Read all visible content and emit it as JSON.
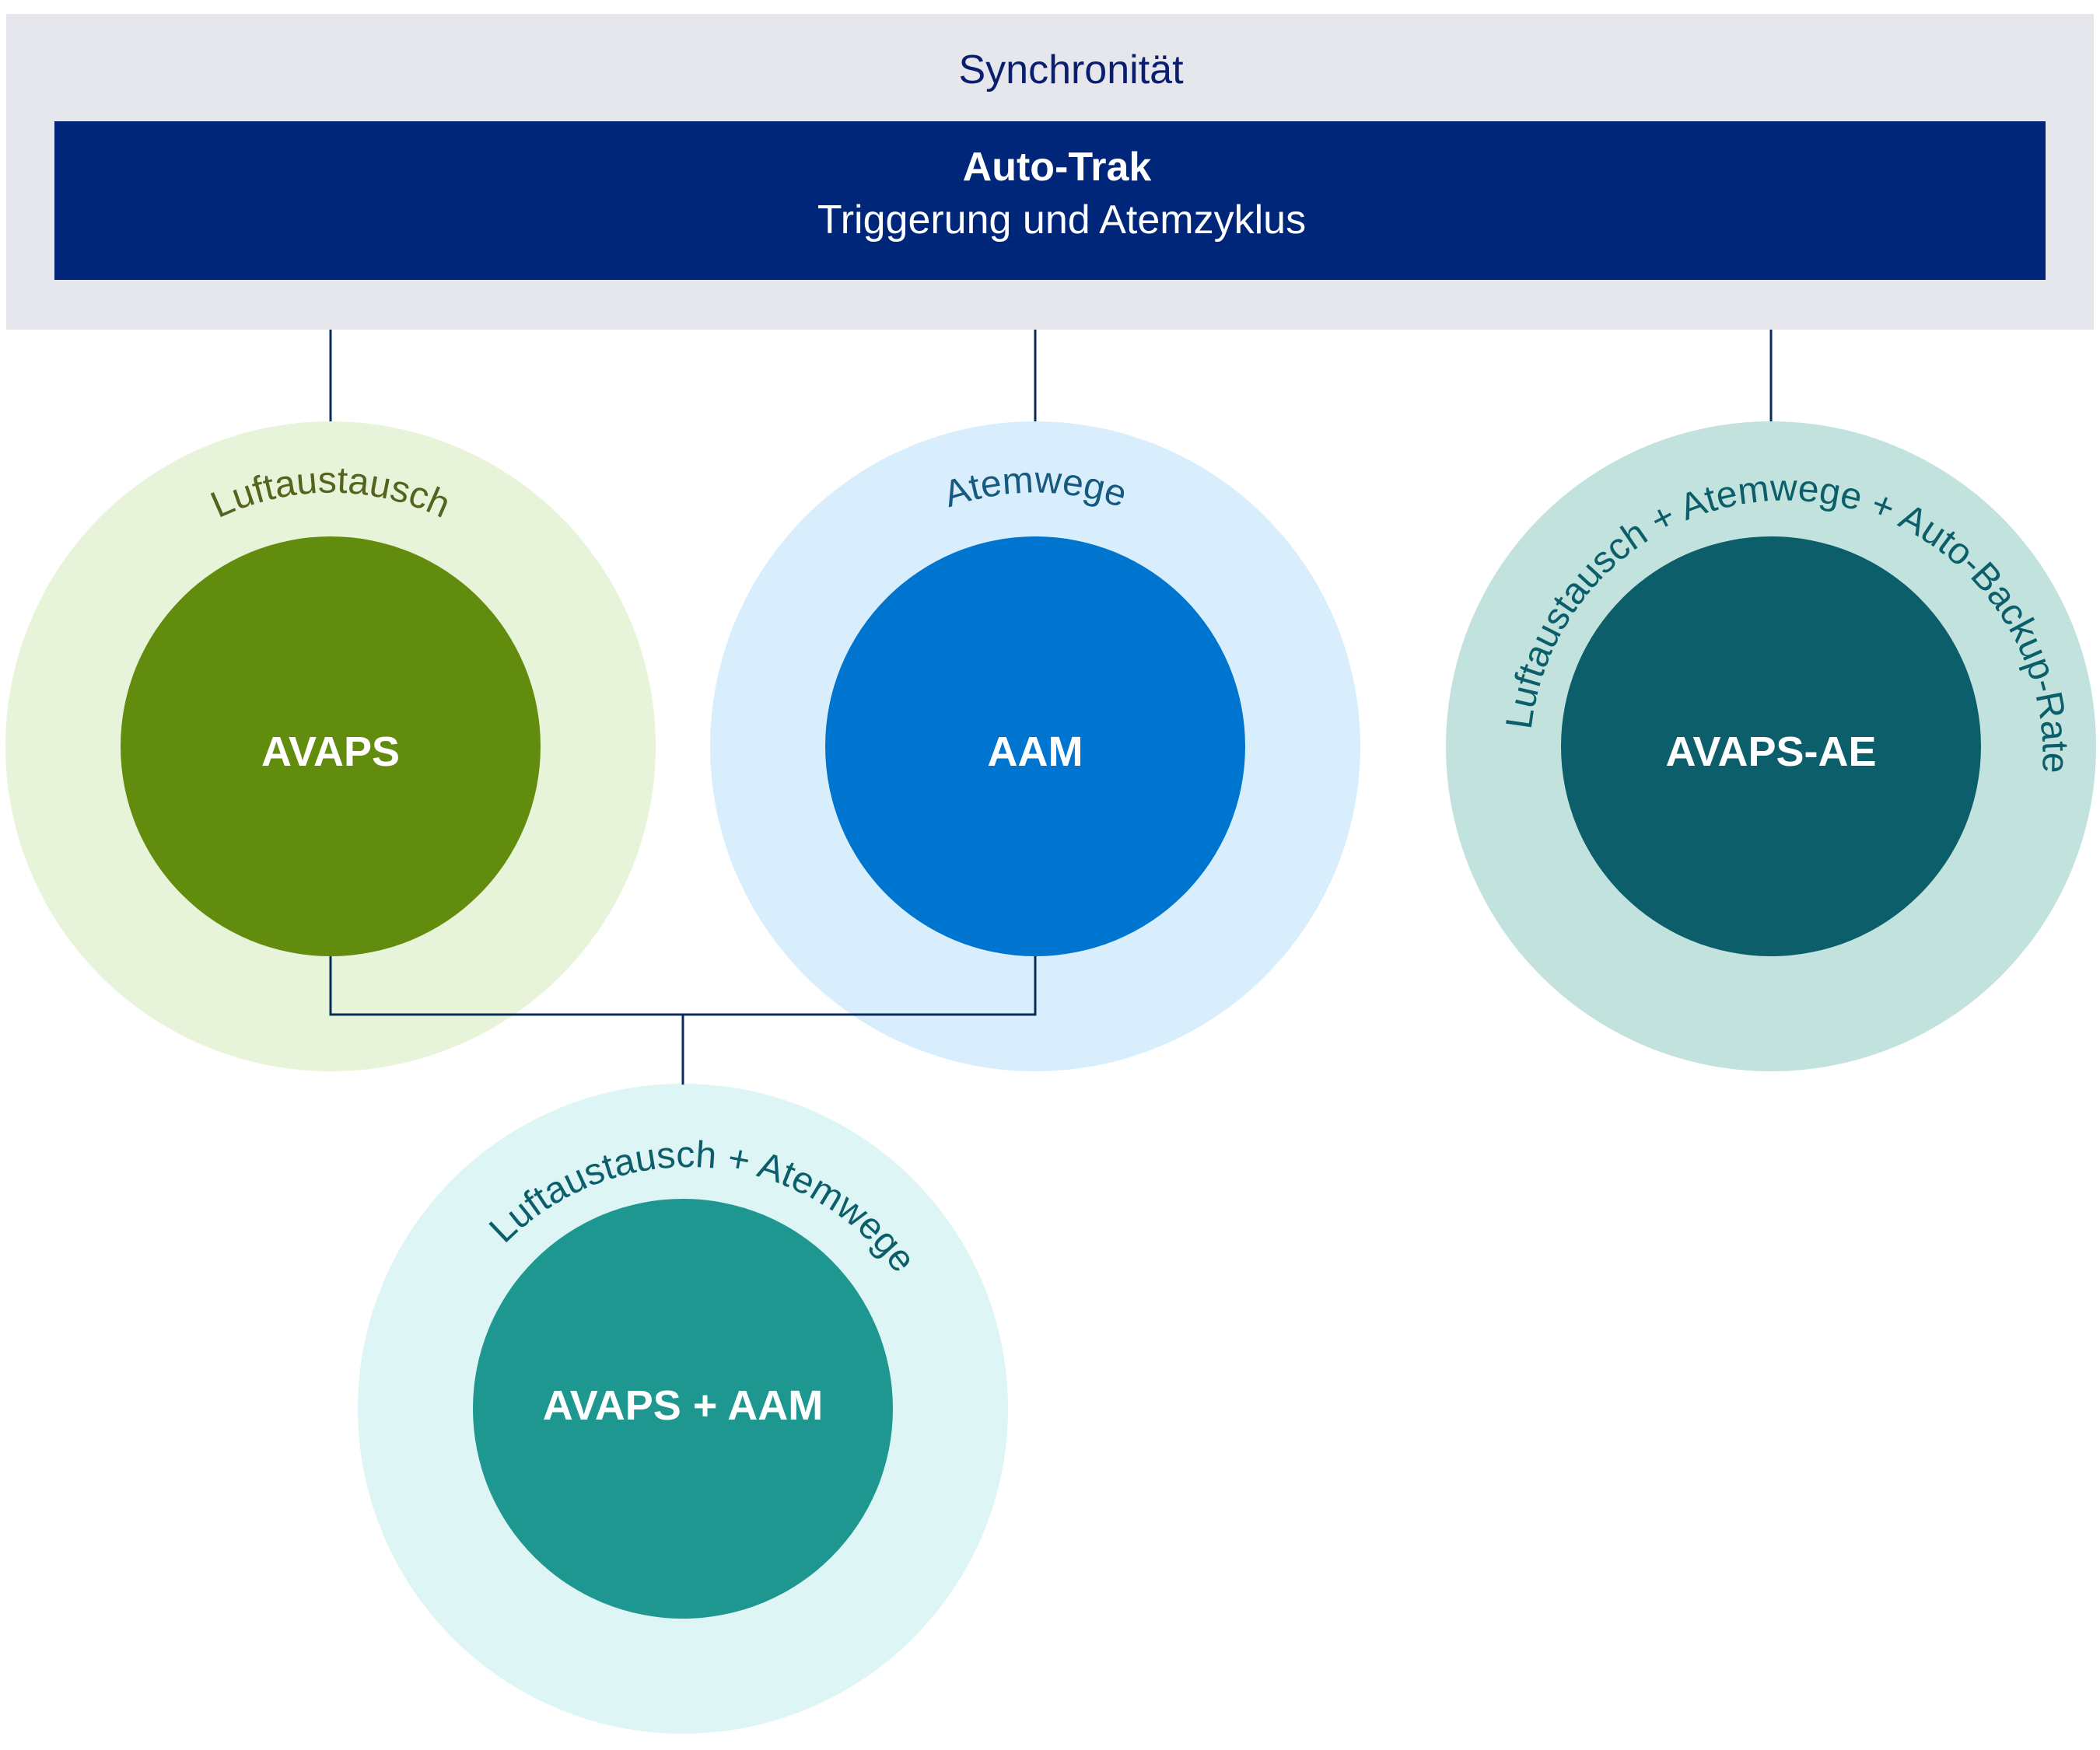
{
  "header": {
    "title": "Synchronität",
    "bar_title": "Auto-Trak",
    "bar_subtitle": "Triggerung und Atemzyklus"
  },
  "modes": [
    {
      "label": "AVAPS",
      "arc_text": "Luftaustausch",
      "outer_color": "#e8f4d9",
      "inner_color": "#628c0d",
      "arc_color": "#55631f"
    },
    {
      "label": "AAM",
      "arc_text": "Atemwege",
      "outer_color": "#d9eefc",
      "inner_color": "#0075d0",
      "arc_color": "#165a80"
    },
    {
      "label": "AVAPS-AE",
      "arc_text": "Luftaustausch + Atemwege + Auto-Backup-Rate",
      "outer_color": "#c2e2de",
      "inner_color": "#0b5e6a",
      "arc_color": "#0b5e6a"
    },
    {
      "label": "AVAPS + AAM",
      "arc_text": "Luftaustausch + Atemwege",
      "outer_color": "#ddf5f5",
      "inner_color": "#1e9790",
      "arc_color": "#0b5e6a"
    }
  ],
  "colors": {
    "header_bg": "#e5e7ed",
    "bar_bg": "#00267a",
    "title_text": "#0b1e6e",
    "connector": "#0b2c5a"
  }
}
